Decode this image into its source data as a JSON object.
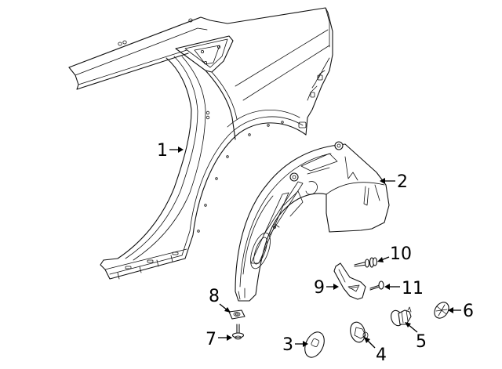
{
  "diagram": {
    "type": "exploded-parts-diagram",
    "subject": "Rear quarter panel and wheel house liner assembly",
    "style": {
      "line_color": "#111111",
      "background": "#ffffff",
      "label_color": "#000000"
    },
    "callouts": [
      {
        "number": "1",
        "part": "quarter-panel"
      },
      {
        "number": "2",
        "part": "wheelhouse-liner"
      },
      {
        "number": "3",
        "part": "round-plug"
      },
      {
        "number": "4",
        "part": "clip"
      },
      {
        "number": "5",
        "part": "push-pin-retainer"
      },
      {
        "number": "6",
        "part": "grommet"
      },
      {
        "number": "7",
        "part": "stud"
      },
      {
        "number": "8",
        "part": "nut"
      },
      {
        "number": "9",
        "part": "bracket"
      },
      {
        "number": "10",
        "part": "push-fastener"
      },
      {
        "number": "11",
        "part": "screw"
      }
    ]
  }
}
